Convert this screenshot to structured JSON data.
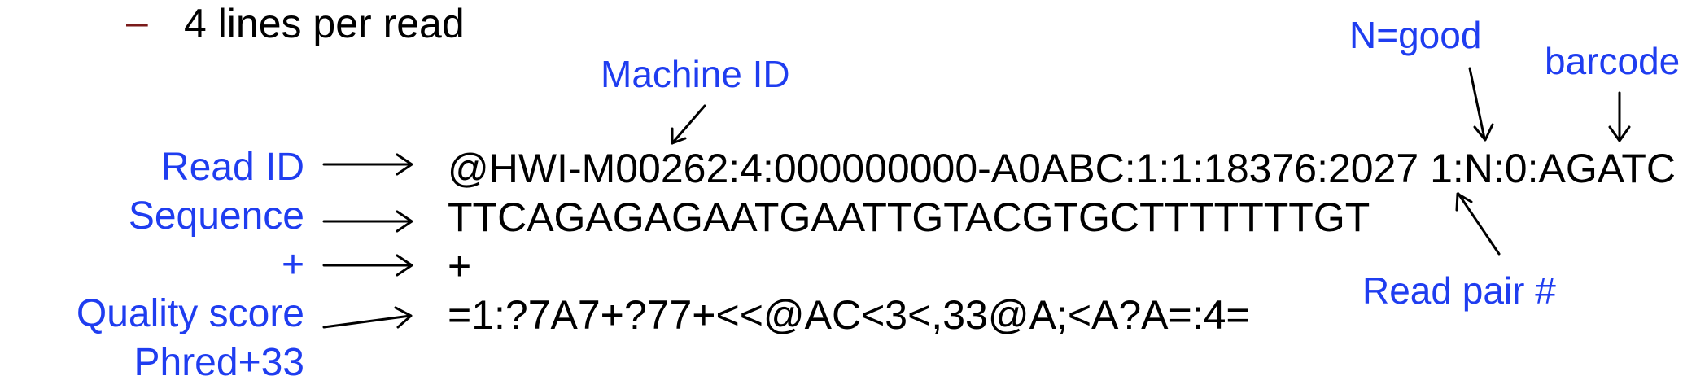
{
  "bullet": {
    "dash": "–",
    "text": "4 lines per read"
  },
  "labels": {
    "read_id": "Read ID",
    "sequence": "Sequence",
    "plus": "+",
    "quality_score": "Quality score",
    "phred": "Phred+33",
    "machine_id": "Machine ID",
    "n_good": "N=good",
    "barcode": "barcode",
    "read_pair": "Read pair #"
  },
  "fastq": {
    "line1": "@HWI-M00262:4:000000000-A0ABC:1:1:18376:2027 1:N:0:AGATC",
    "line2": "TTCAGAGAGAATGAATTGTACGTGCTTTTTTTGT",
    "line3": "+",
    "line4": "=1:?7A7+?77+<<@AC<3<,33@A;<A?A=:4="
  },
  "colors": {
    "label": "#1f3df0",
    "text": "#000000",
    "bullet_dash": "#7a1a1a"
  }
}
